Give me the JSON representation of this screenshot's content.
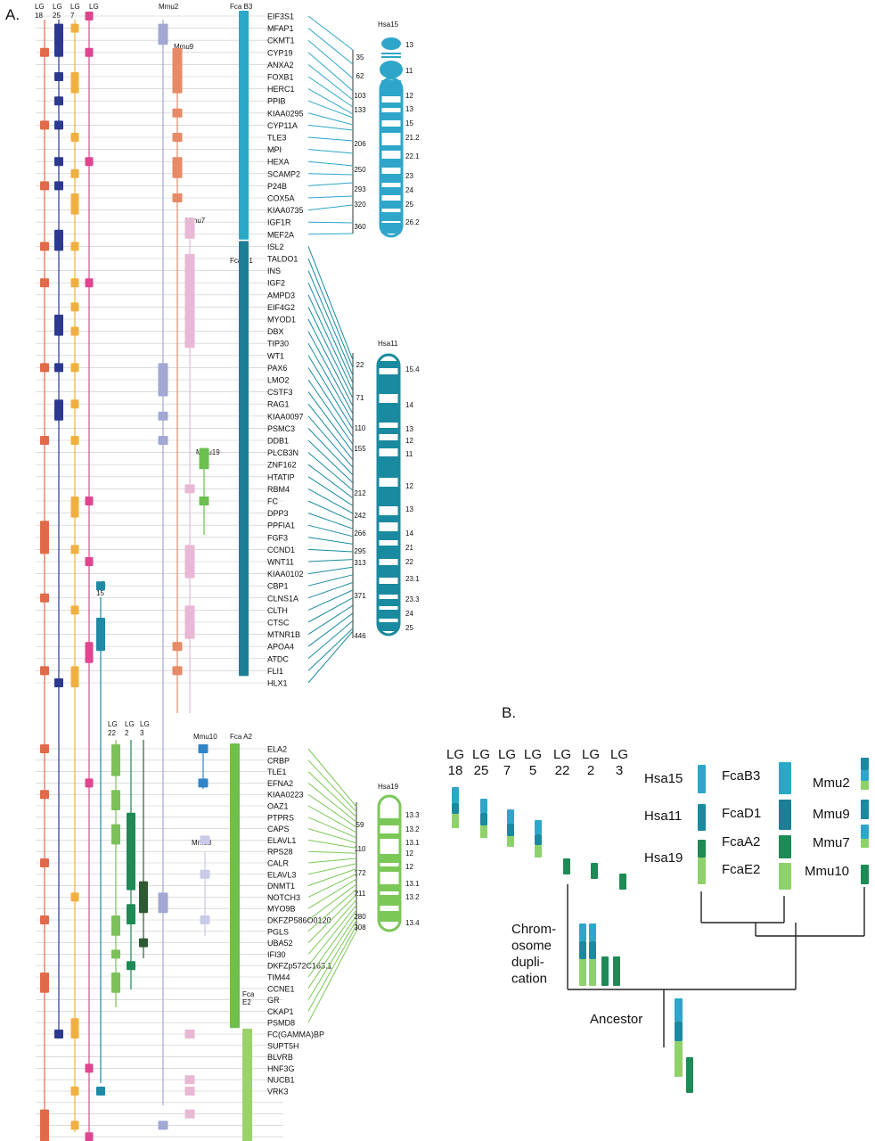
{
  "panel_a_label": "A.",
  "panel_b_label": "B.",
  "colors": {
    "lg18": "#e06a4a",
    "lg25": "#2b3a8f",
    "lg7": "#f0b040",
    "lg5": "#e0458f",
    "lg15": "#1f89a6",
    "lg22": "#7cc05a",
    "lg2": "#1e8a55",
    "lg3": "#2d5a32",
    "mmu2": "#a2a8d4",
    "mmu9": "#e68a68",
    "mmu7": "#e8b8d4",
    "mmu19": "#6bbf4f",
    "mmu10": "#2f85c9",
    "mmu8": "#c9cbe8",
    "fcaB3": "#29a8c8",
    "fcaD1": "#1d7f96",
    "fcaA2": "#6fbf4a",
    "fcaE2": "#9bd36b",
    "hsa15": "#2ea6c9",
    "hsa11": "#1a8aa0",
    "hsa19": "#7cc857",
    "ink": "#111111",
    "ancestor_lo": "#8fd16a"
  },
  "lg_headers": [
    {
      "id": "lg18",
      "text": "LG 18"
    },
    {
      "id": "lg25",
      "text": "LG 25"
    },
    {
      "id": "lg7",
      "text": "LG 7"
    },
    {
      "id": "lg5",
      "text": "LG 5"
    },
    {
      "id": "lg15",
      "text": "LG 15"
    },
    {
      "id": "lg22",
      "text": "LG 22"
    },
    {
      "id": "lg2",
      "text": "LG 2"
    },
    {
      "id": "lg3",
      "text": "LG 3"
    }
  ],
  "mmu_labels": [
    {
      "id": "mmu2",
      "text": "Mmu2"
    },
    {
      "id": "mmu9",
      "text": "Mmu9"
    },
    {
      "id": "mmu7",
      "text": "Mmu7"
    },
    {
      "id": "mmu19",
      "text": "Mmu19"
    },
    {
      "id": "mmu10",
      "text": "Mmu10"
    },
    {
      "id": "mmu8",
      "text": "Mmu8"
    }
  ],
  "fca_labels": [
    {
      "id": "fcaB3",
      "text": "Fca B3"
    },
    {
      "id": "fcaD1",
      "text": "Fca D1"
    },
    {
      "id": "fcaA2",
      "text": "Fca A2"
    },
    {
      "id": "fcaE2",
      "text": "Fca E2"
    }
  ],
  "genes": [
    "EIF3S1",
    "MFAP1",
    "CKMT1",
    "CYP19",
    "ANXA2",
    "FOXB1",
    "HERC1",
    "PPIB",
    "KIAA0295",
    "CYP11A",
    "TLE3",
    "MPI",
    "HEXA",
    "SCAMP2",
    "P24B",
    "COX5A",
    "KIAA0735",
    "IGF1R",
    "MEF2A",
    "ISL2",
    "TALDO1",
    "INS",
    "IGF2",
    "AMPD3",
    "EIF4G2",
    "MYOD1",
    "DBX",
    "TIP30",
    "WT1",
    "PAX6",
    "LMO2",
    "CSTF3",
    "RAG1",
    "KIAA0097",
    "PSMC3",
    "DDB1",
    "PLCB3N",
    "ZNF162",
    "HTATIP",
    "RBM4",
    "FC",
    "DPP3",
    "PPFIA1",
    "FGF3",
    "CCND1",
    "WNT11",
    "KIAA0102",
    "CBP1",
    "CLNS1A",
    "CLTH",
    "CTSC",
    "MTNR1B",
    "APOA4",
    "ATDC",
    "FLI1",
    "HLX1",
    "ELA2",
    "CRBP",
    "TLE1",
    "EFNA2",
    "KIAA0223",
    "OAZ1",
    "PTPRS",
    "CAPS",
    "ELAVL1",
    "RPS28",
    "CALR",
    "ELAVL3",
    "DNMT1",
    "NOTCH3",
    "MYO9B",
    "DKFZP586O0120",
    "PGLS",
    "UBA52",
    "IFI30",
    "DKFZp572C163.1",
    "TIM44",
    "CCNE1",
    "GR",
    "CKAP1",
    "PSMD8",
    "FC(GAMMA)BP",
    "SUPT5H",
    "BLVRB",
    "HNF3G",
    "NUCB1",
    "VRK3"
  ],
  "chromosomes": [
    {
      "name": "Hsa15",
      "bands": [
        "13",
        "11",
        "12",
        "13",
        "15",
        "21.2",
        "22.1",
        "23",
        "24",
        "25",
        "26.2"
      ],
      "positions": [
        "35",
        "62",
        "103",
        "133",
        "206",
        "250",
        "293",
        "320",
        "360"
      ]
    },
    {
      "name": "Hsa11",
      "bands": [
        "15.4",
        "14",
        "13",
        "12",
        "11",
        "12",
        "13",
        "14",
        "21",
        "22",
        "23.1",
        "23.3",
        "24",
        "25"
      ],
      "positions": [
        "22",
        "71",
        "110",
        "155",
        "212",
        "242",
        "266",
        "295",
        "313",
        "371",
        "446"
      ]
    },
    {
      "name": "Hsa19",
      "bands": [
        "13.3",
        "13.2",
        "13.1",
        "12",
        "12",
        "13.1",
        "13.2",
        "13.4"
      ],
      "positions": [
        "59",
        "110",
        "172",
        "211",
        "280",
        "308"
      ]
    }
  ],
  "panel_b": {
    "lg_labels": [
      {
        "top": "LG",
        "num": "18"
      },
      {
        "top": "LG",
        "num": "25"
      },
      {
        "top": "LG",
        "num": "7"
      },
      {
        "top": "LG",
        "num": "5"
      },
      {
        "top": "LG",
        "num": "22"
      },
      {
        "top": "LG",
        "num": "2"
      },
      {
        "top": "LG",
        "num": "3"
      }
    ],
    "hsa": [
      "Hsa15",
      "Hsa11",
      "Hsa19"
    ],
    "fca": [
      "FcaB3",
      "FcaD1",
      "FcaA2",
      "FcaE2"
    ],
    "mmu": [
      "Mmu2",
      "Mmu9",
      "Mmu7",
      "Mmu10"
    ],
    "duplication_lines": [
      "Chrom-",
      "osome",
      "dupli-",
      "cation"
    ],
    "ancestor": "Ancestor"
  }
}
